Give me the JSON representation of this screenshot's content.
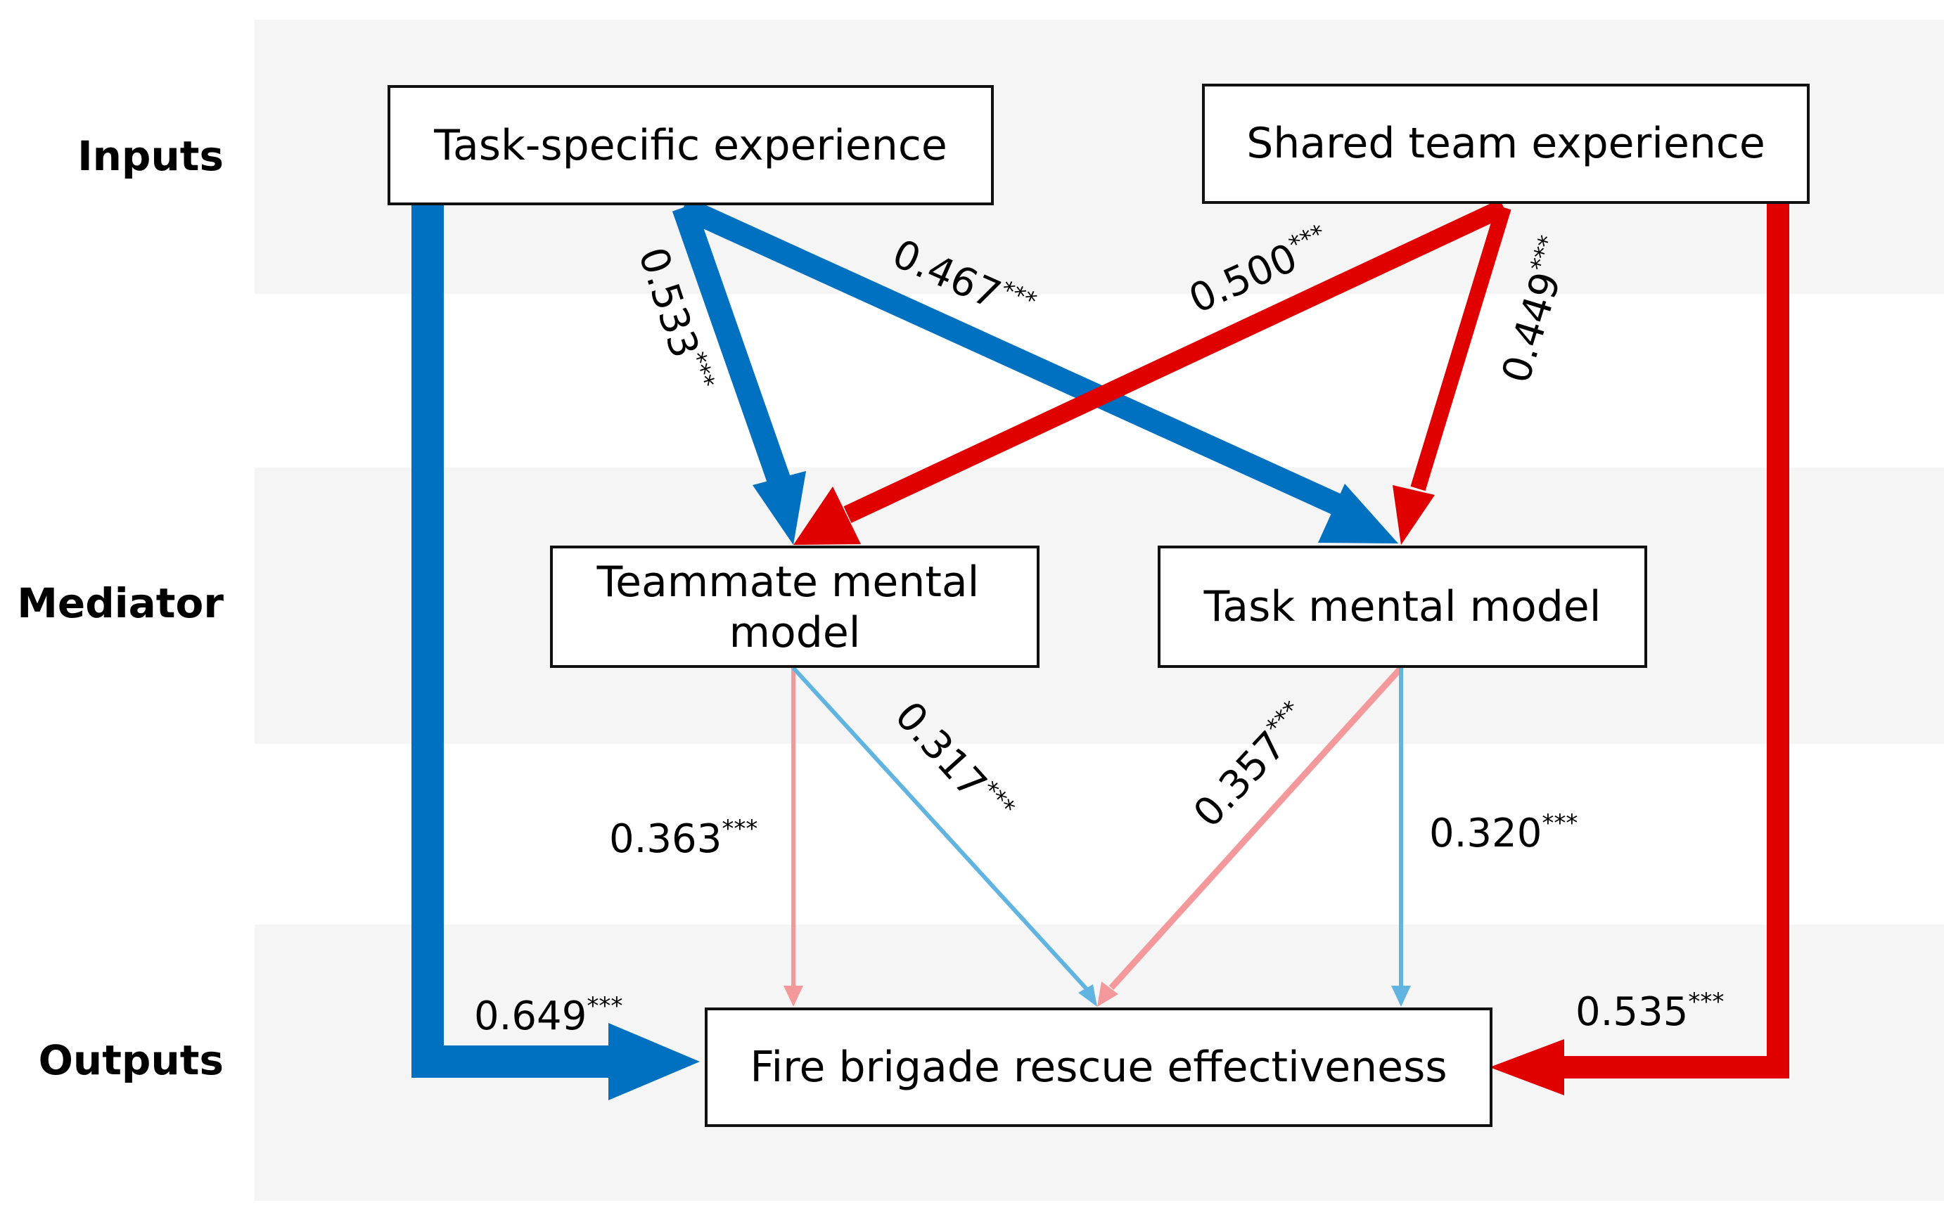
{
  "rows": {
    "inputs": "Inputs",
    "mediator": "Mediator",
    "outputs": "Outputs"
  },
  "nodes": {
    "task_specific_experience": "Task-specific experience",
    "shared_team_experience": "Shared team experience",
    "teammate_mental_model": [
      "Teammate mental",
      "model"
    ],
    "task_mental_model": "Task mental model",
    "fire_brigade_rescue_effectiveness": "Fire brigade rescue effectiveness"
  },
  "paths": {
    "tse_to_tmm_teammate": {
      "value": "0.533",
      "sig": "***"
    },
    "tse_to_task_mm": {
      "value": "0.467",
      "sig": "***"
    },
    "ste_to_tmm_teammate": {
      "value": "0.500",
      "sig": "***"
    },
    "ste_to_task_mm": {
      "value": "0.449",
      "sig": "***"
    },
    "teammate_mm_to_fbre": {
      "value": "0.363",
      "sig": "***"
    },
    "teammate_mm_to_fbre_cross": {
      "value": "0.317",
      "sig": "***"
    },
    "task_mm_to_fbre_cross": {
      "value": "0.357",
      "sig": "***"
    },
    "task_mm_to_fbre": {
      "value": "0.320",
      "sig": "***"
    },
    "tse_to_fbre": {
      "value": "0.649",
      "sig": "***"
    },
    "ste_to_fbre": {
      "value": "0.535",
      "sig": "***"
    }
  },
  "colors": {
    "band": "#f5f5f5",
    "blue_dark": "#0070c0",
    "blue_light": "#61b4e0",
    "red_dark": "#e00000",
    "red_light": "#f4999b"
  }
}
